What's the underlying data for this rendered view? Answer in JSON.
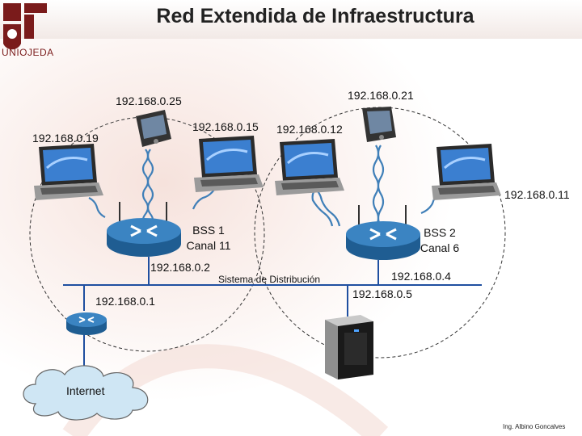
{
  "title": "Red Extendida de Infraestructura",
  "logo": {
    "text": "UNIOJEDA"
  },
  "labels": {
    "ip_25": "192.168.0.25",
    "ip_21": "192.168.0.21",
    "ip_19": "192.168.0.19",
    "ip_15": "192.168.0.15",
    "ip_12": "192.168.0.12",
    "ip_11": "192.168.0.11",
    "ip_2": "192.168.0.2",
    "ip_1": "192.168.0.1",
    "ip_4": "192.168.0.4",
    "ip_5": "192.168.0.5",
    "bss1_name": "BSS 1",
    "bss1_channel": "Canal 11",
    "bss2_name": "BSS 2",
    "bss2_channel": "Canal 6",
    "distribution": "Sistema de Distribución",
    "internet": "Internet"
  },
  "credit": "Ing. Albino Goncalves",
  "colors": {
    "accent_red": "#7a1b1b",
    "router_blue": "#2f6fa8",
    "wireless_link": "#3f7fb8",
    "cloud": "#cfe6f4"
  }
}
